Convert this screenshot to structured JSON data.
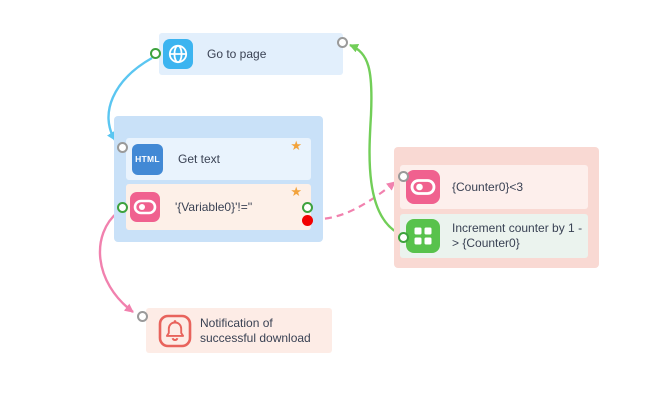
{
  "nodes": {
    "go_to_page": {
      "label": "Go to page",
      "icon": "globe-icon"
    },
    "get_text": {
      "label": "Get text",
      "icon": "html-icon",
      "starred": true
    },
    "variable_check": {
      "label": "'{Variable0}'!=''",
      "icon": "toggle-switch-icon",
      "starred": true
    },
    "counter_check": {
      "label": "{Counter0}<3",
      "icon": "toggle-switch-icon"
    },
    "increment_counter": {
      "label": "Increment counter by 1 -> {Counter0}",
      "icon": "grid-icon"
    },
    "notification": {
      "label": "Notification of successful download",
      "icon": "bell-icon"
    }
  },
  "icons": {
    "html_badge_text": "HTML",
    "star_glyph": "★"
  },
  "connections": [
    {
      "from": "go_to_page",
      "to": "get_text",
      "color": "#5bc6f1",
      "style": "solid"
    },
    {
      "from": "variable_check_false",
      "to": "counter_check",
      "color": "#f181ae",
      "style": "dashed"
    },
    {
      "from": "variable_check",
      "to": "notification",
      "color": "#f181ae",
      "style": "solid"
    },
    {
      "from": "increment_counter",
      "to": "go_to_page",
      "color": "#72ce58",
      "style": "solid"
    }
  ],
  "colors": {
    "canvas_bg": "#ffffff",
    "blue_group_bg": "#c9e1f8",
    "blue_node_bg": "#e2effc",
    "peach_node_bg": "#fdf0e8",
    "pink_group_bg": "#f9d9d3",
    "pink_node_bg": "#fdefec",
    "mint_node_bg": "#ebf3ee",
    "globe_icon_bg": "#3cb4f0",
    "html_icon_bg": "#4289d5",
    "toggle_icon_bg": "#f0618f",
    "grid_icon_bg": "#58c24c",
    "bell_icon_stroke": "#e8635c",
    "star_color": "#f2a33c",
    "text_color": "#3a4254",
    "blue_link": "#5bc6f1",
    "green_link": "#72ce58",
    "pink_link": "#f181ae",
    "gray_port_ring": "#9a9a9a",
    "green_port_ring": "#3da23d",
    "red_exit_dot": "#f20000"
  }
}
